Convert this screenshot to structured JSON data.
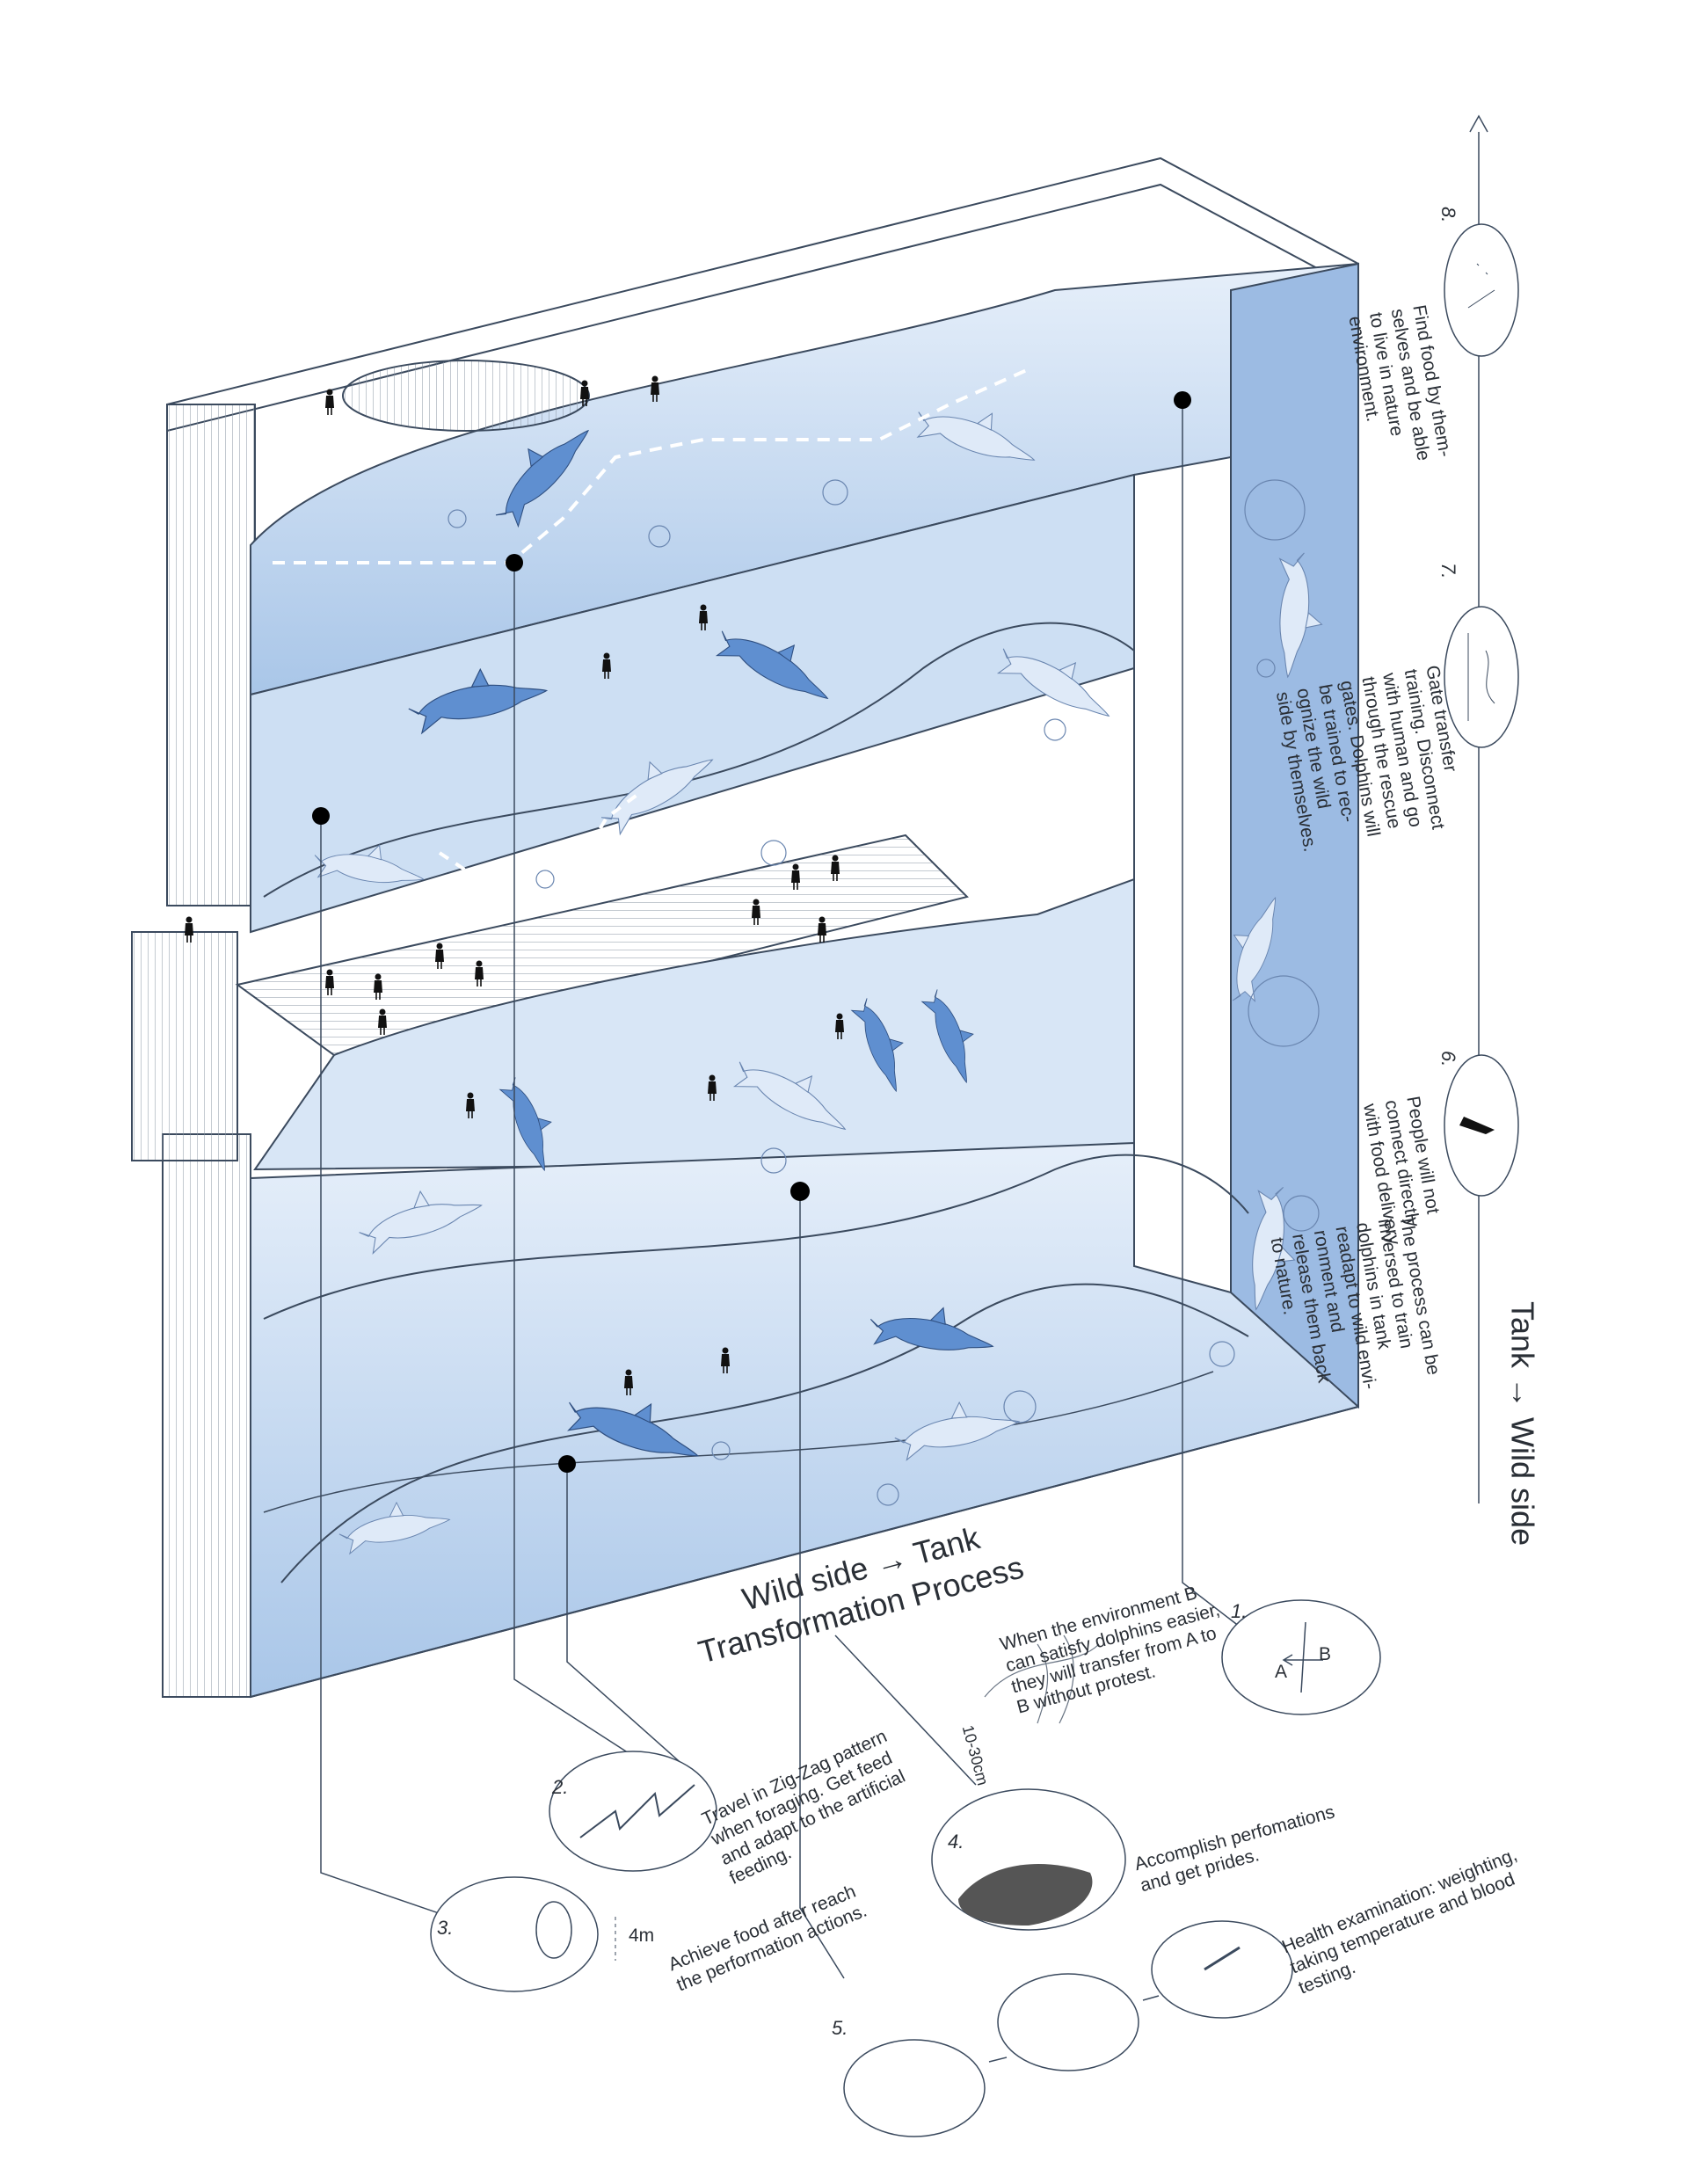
{
  "titles": {
    "main_line1": "Wild side → Tank",
    "main_line2": "Transformation Process",
    "side": "Tank → Wild side"
  },
  "steps": [
    {
      "num": "1.",
      "text": "When the environment B\ncan satisfy dolphins easier,\nthey will transfer from A to\nB without protest.",
      "icon": "a-to-b-icon"
    },
    {
      "num": "2.",
      "text": "Travel in Zig-Zag pattern\nwhen foraging. Get feed\nand adapt to the artificial\nfeeding.",
      "icon": "zigzag-path-icon"
    },
    {
      "num": "3.",
      "text": "Achieve food after reach\nthe performation actions.",
      "icon": "hoop-jump-icon"
    },
    {
      "num": "4.",
      "text": "Accomplish perfomations\nand get prides.",
      "icon": "audience-icon"
    },
    {
      "num": "5.",
      "text": "Health examination: weighting,\ntaking temperature and blood\ntesting.",
      "icon": "medical-exam-icon"
    },
    {
      "num": "6.",
      "text": "People will not\nconnect directly\nwith food delivery",
      "icon": "diver-icon"
    },
    {
      "num": "7.",
      "text": "Gate transfer\ntraining. Disconnect\nwith human and go\nthrough the rescue\ngates. Dolphins will\nbe trained to rec-\nognize the wild\nside by themselves.",
      "icon": "gate-icon"
    },
    {
      "num": "8.",
      "text": "Find food by them-\nselves and be able\nto live in nature\nenvironment.",
      "icon": "wild-dolphin-icon"
    }
  ],
  "inverse_note": "The process can be\ninversed to train\ndolphins in tank\nreadapt to wild envi-\nronment and\nrelease them back\nto nature.",
  "annotations": {
    "a_label": "A",
    "b_label": "B",
    "distance_4m": "4m",
    "range_10_30cm": "10-30cm"
  },
  "colors": {
    "water_light": "#d6e5f5",
    "water_mid": "#a9c6e8",
    "water_deep": "#8fb2e0",
    "dolphin": "#5f8fd0",
    "dolphin_light": "#cfe0f4",
    "line": "#3b4a5e"
  }
}
